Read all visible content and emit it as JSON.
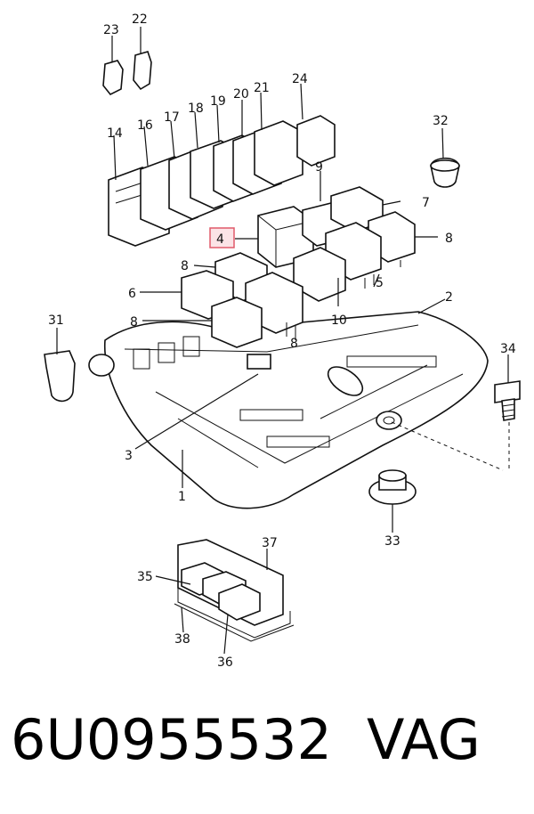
{
  "diagram": {
    "highlight_color": "#e05a6a",
    "callouts": [
      "1",
      "2",
      "3",
      "4",
      "5",
      "6",
      "7",
      "8",
      "8",
      "8",
      "8",
      "9",
      "10",
      "14",
      "16",
      "17",
      "18",
      "19",
      "20",
      "21",
      "22",
      "23",
      "24",
      "31",
      "32",
      "33",
      "34",
      "35",
      "36",
      "37",
      "38"
    ]
  },
  "caption": {
    "part_number": "6U0955532",
    "brand": "VAG"
  }
}
